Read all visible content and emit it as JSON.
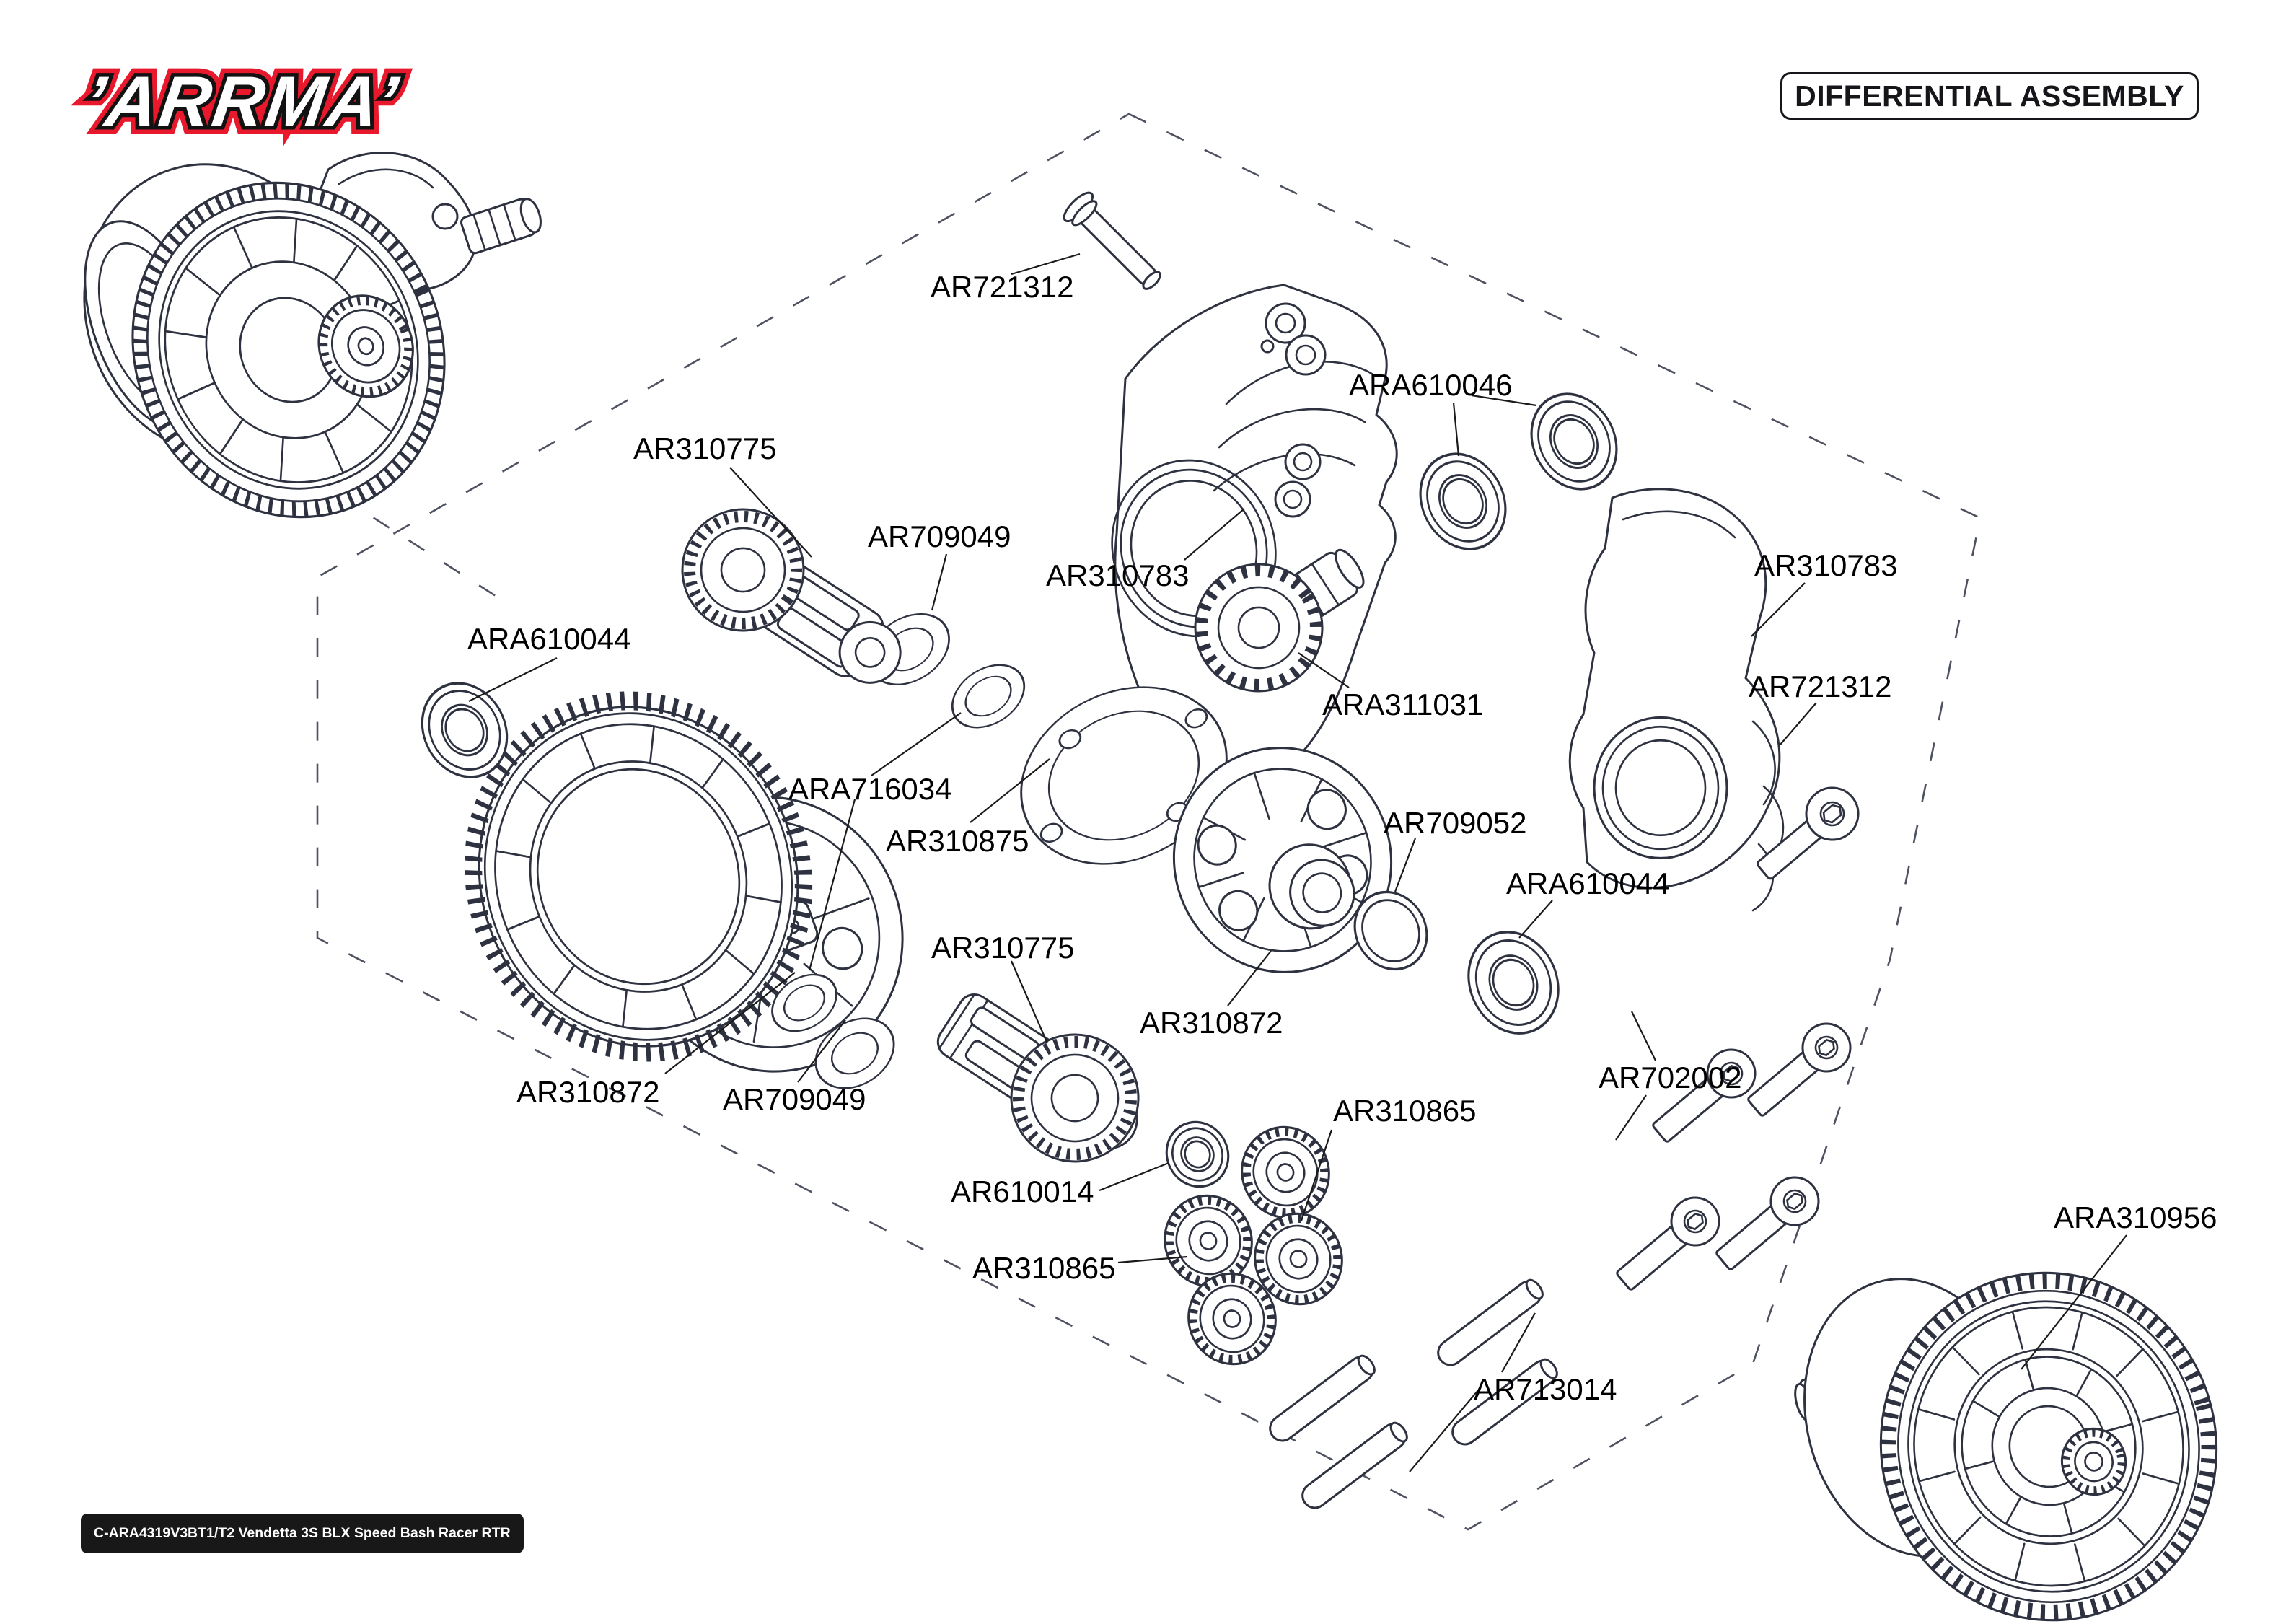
{
  "header": {
    "logo_text": "’ARRMA’",
    "title": "DIFFERENTIAL ASSEMBLY"
  },
  "footer": {
    "model_code": "C-ARA4319V3BT1/T2 Vendetta 3S BLX Speed Bash Racer RTR"
  },
  "diagram": {
    "colors": {
      "line": "#2e3240",
      "label": "#000000",
      "logo_red": "#e8192c",
      "badge_bg": "#181818"
    },
    "labels": [
      {
        "part": "pin-screw-top",
        "text": "AR721312"
      },
      {
        "part": "pinion-gear-top",
        "text": "AR310775"
      },
      {
        "part": "washer-top",
        "text": "AR709049"
      },
      {
        "part": "diff-housing-plate",
        "text": "AR310783"
      },
      {
        "part": "bearing-pair-top",
        "text": "ARA610046"
      },
      {
        "part": "input-bevel-gear",
        "text": "ARA311031"
      },
      {
        "part": "diff-shroud-right",
        "text": "AR310783"
      },
      {
        "part": "screw-right",
        "text": "AR721312"
      },
      {
        "part": "bearing-left",
        "text": "ARA610044"
      },
      {
        "part": "shim-set",
        "text": "ARA716034"
      },
      {
        "part": "diff-gasket",
        "text": "AR310875"
      },
      {
        "part": "o-ring",
        "text": "AR709052"
      },
      {
        "part": "bearing-right",
        "text": "ARA610044"
      },
      {
        "part": "diff-case-center",
        "text": "AR310872"
      },
      {
        "part": "pinion-gear-bottom",
        "text": "AR310775"
      },
      {
        "part": "diff-case-left",
        "text": "AR310872"
      },
      {
        "part": "washer-bottom",
        "text": "AR709049"
      },
      {
        "part": "small-bearing",
        "text": "AR610014"
      },
      {
        "part": "spider-gears-top",
        "text": "AR310865"
      },
      {
        "part": "spider-gears-bottom",
        "text": "AR310865"
      },
      {
        "part": "cross-pins",
        "text": "AR713014"
      },
      {
        "part": "case-screws",
        "text": "AR702002"
      },
      {
        "part": "assembled-diff-gear",
        "text": "ARA310956"
      }
    ]
  }
}
